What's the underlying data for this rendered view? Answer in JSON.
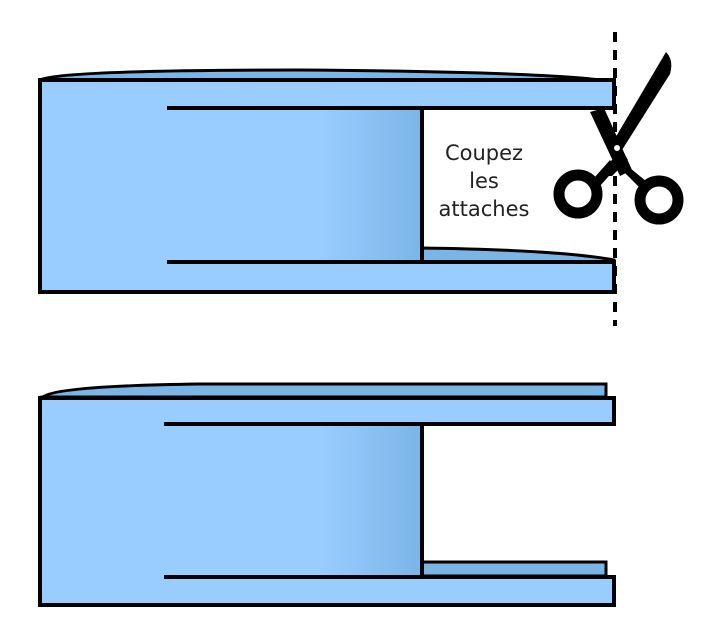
{
  "caption": {
    "lines": [
      "Coupez",
      "les",
      "attaches"
    ]
  },
  "colors": {
    "fill_light": "#99ccff",
    "fill_dark": "#7ab5e6",
    "outline": "#000000"
  },
  "icons": [
    "scissors-icon",
    "cut-line"
  ]
}
